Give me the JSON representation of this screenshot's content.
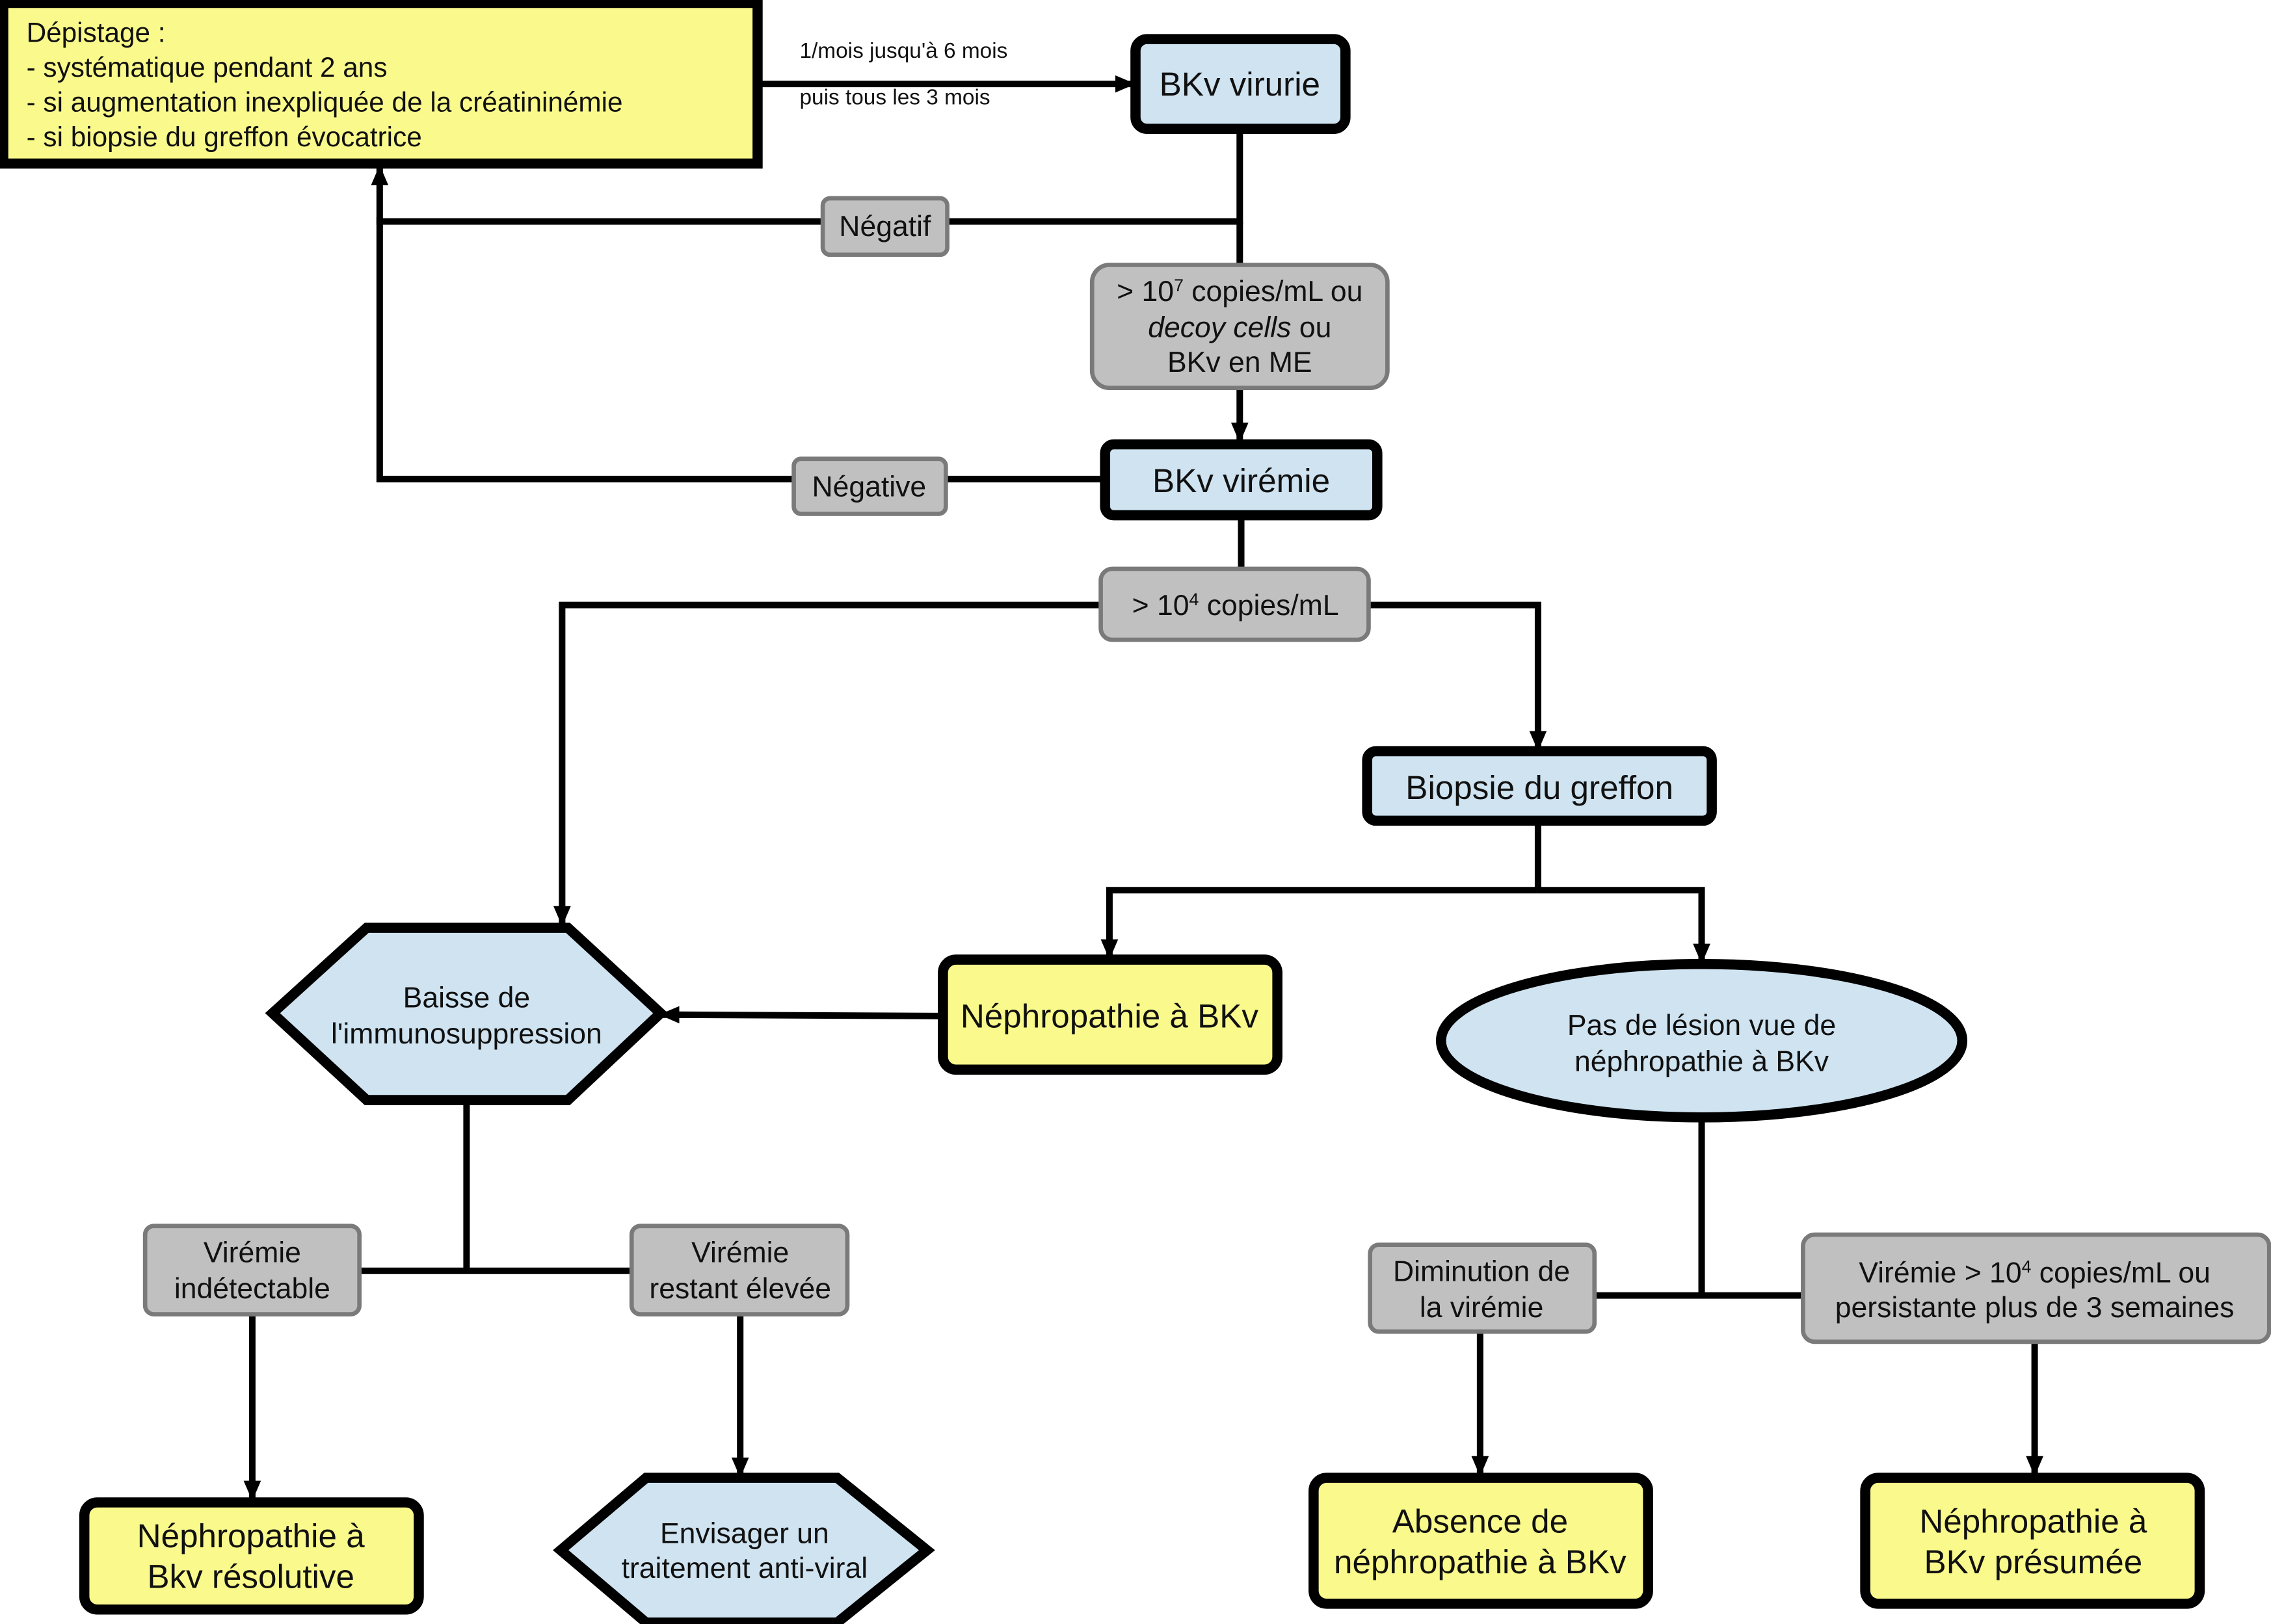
{
  "colors": {
    "outcome_fill": "#fafa8c",
    "step_fill": "#cfe3f1",
    "condition_fill": "#c0c0c0",
    "line": "#000000"
  },
  "screening": {
    "title": "Dépistage :",
    "lines": [
      "- systématique pendant 2 ans",
      "- si augmentation inexpliquée de la créatininémie",
      "- si biopsie du greffon évocatrice"
    ]
  },
  "frequency": {
    "line1": "1/mois jusqu'à 6 mois",
    "line2": "puis tous les 3 mois"
  },
  "nodes": {
    "viruria": "BKv virurie",
    "viremia": "BKv virémie",
    "biopsy": "Biopsie du greffon",
    "nephropathy": "Néphropathie à BKv",
    "immuno": [
      "Baisse de",
      "l'immunosuppression"
    ],
    "no_lesion": [
      "Pas de lésion vue de",
      "néphropathie à BKv"
    ],
    "antiviral": [
      "Envisager un",
      "traitement anti-viral"
    ]
  },
  "conditions": {
    "negatif": "Négatif",
    "negative": "Négative",
    "viruria_threshold": {
      "line1_prefix": "> 10",
      "line1_sup": "7",
      "line1_suffix": " copies/mL ou",
      "line2_italic": "decoy cells",
      "line2_suffix": " ou",
      "line3": "BKv en ME"
    },
    "viremia_threshold": {
      "prefix": "> 10",
      "sup": "4",
      "suffix": " copies/mL"
    },
    "undetectable": [
      "Virémie",
      "indétectable"
    ],
    "high": [
      "Virémie",
      "restant élevée"
    ],
    "decrease": [
      "Diminution de",
      "la virémie"
    ],
    "persistent": {
      "line1_prefix": "Virémie > 10",
      "line1_sup": "4",
      "line1_suffix": " copies/mL ou",
      "line2": "persistante plus de 3 semaines"
    }
  },
  "outcomes": {
    "resolved": [
      "Néphropathie à",
      "Bkv résolutive"
    ],
    "absence": [
      "Absence de",
      "néphropathie à BKv"
    ],
    "presumed": [
      "Néphropathie à",
      "BKv présumée"
    ]
  }
}
